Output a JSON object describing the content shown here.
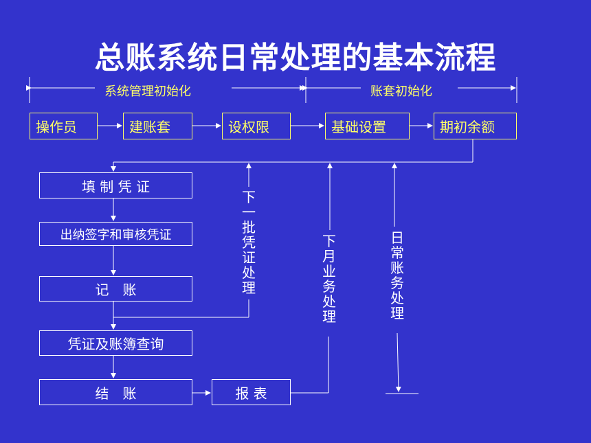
{
  "title": "总账系统日常处理的基本流程",
  "segments": {
    "system_init": "系统管理初始化",
    "account_init": "账套初始化"
  },
  "top_steps": [
    "操作员",
    "建账套",
    "设权限",
    "基础设置",
    "期初余额"
  ],
  "flow_steps": {
    "fill_voucher": "填 制 凭 证",
    "cashier_sign": "出纳签字和审核凭证",
    "post": "记　账",
    "query": "凭证及账簿查询",
    "close": "结　账",
    "report": "报 表"
  },
  "loop_labels": {
    "next_batch": "下一批凭证处理",
    "next_month": "下月业务处理",
    "daily": "日常账务处理"
  },
  "colors": {
    "background": "#3333cc",
    "title": "#ffffff",
    "top_row": "#ffff66",
    "flow": "#ffffff"
  }
}
